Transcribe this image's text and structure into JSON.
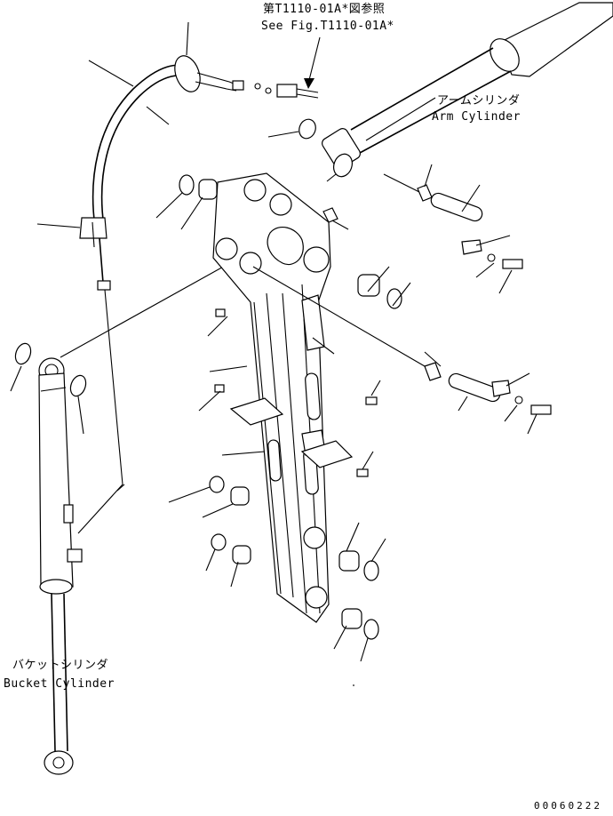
{
  "labels": {
    "see_fig_jp": "第T1110-01A*図参照",
    "see_fig_en": "See Fig.T1110-01A*",
    "arm_cyl_jp": "アームシリンダ",
    "arm_cyl_en": "Arm Cylinder",
    "bucket_cyl_jp": "バケットシリンダ",
    "bucket_cyl_en": "Bucket Cylinder",
    "drawing_number": "00060222"
  }
}
